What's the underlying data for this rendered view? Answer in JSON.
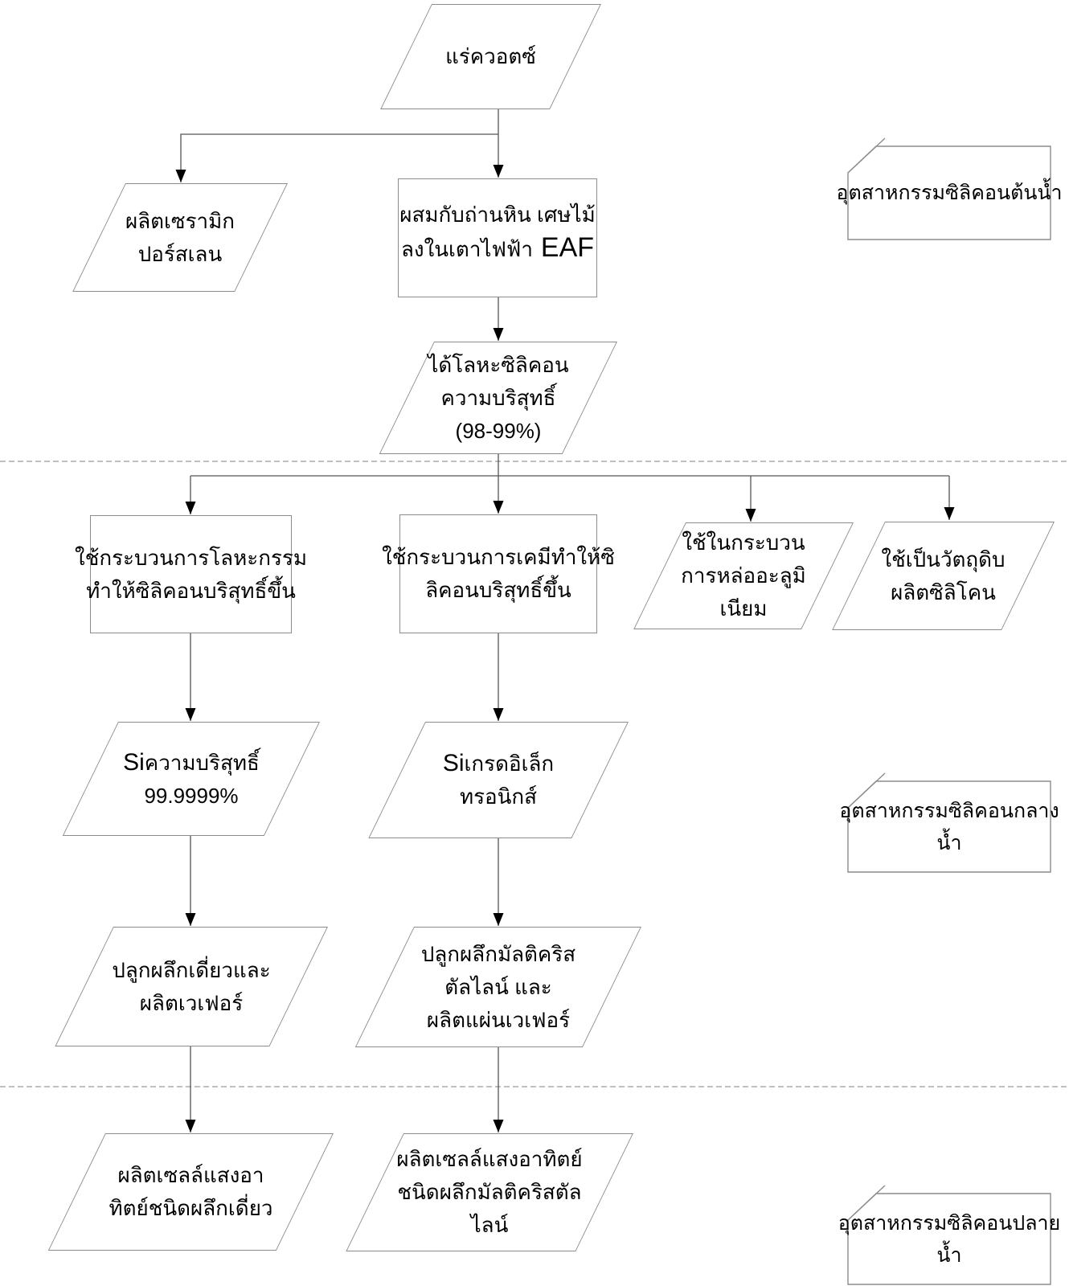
{
  "diagram_title": "",
  "colors": {
    "background": "#ffffff",
    "shape_border": "#8c8c8c",
    "connector": "#555555",
    "arrowhead": "#000000",
    "dashed_separator": "#999999",
    "text": "#000000"
  },
  "nodes": {
    "quartz": {
      "line1": "แร่ควอตซ์"
    },
    "ceramic": {
      "line1": "ผลิตเซรามิก",
      "line2": "ปอร์สเลน"
    },
    "eaf": {
      "line1": "ผสมกับถ่านหิน เศษไม้",
      "line2_thai": "ลงในเตาไฟฟ้า",
      "line2_latin": "EAF"
    },
    "silicon_metal": {
      "line1": "ได้โลหะซิลิคอน",
      "line2": "ความบริสุทธิ์",
      "line3": "(98-99%)"
    },
    "metallurgy": {
      "line1": "ใช้กระบวนการโลหะกรรม",
      "line2": "ทำให้ซิลิคอนบริสุทธิ์ขึ้น"
    },
    "chemical": {
      "line1": "ใช้กระบวนการเคมีทำให้ซิ",
      "line2": "ลิคอนบริสุทธิ์ขึ้น"
    },
    "aluminum_casting": {
      "line1": "ใช้ในกระบวน",
      "line2": "การหล่ออะลูมิ",
      "line3": "เนียม"
    },
    "silicone_raw": {
      "line1": "ใช้เป็นวัตถุดิบ",
      "line2": "ผลิตซิลิโคน"
    },
    "si_high_purity": {
      "latin": "Si",
      "line1": "ความบริสุทธิ์",
      "line2": "99.9999%"
    },
    "si_electronic_grade": {
      "latin": "Si",
      "line1": "เกรดอิเล็ก",
      "line2": "ทรอนิกส์"
    },
    "mono_crystal_wafer": {
      "line1": "ปลูกผลึกเดี่ยวและ",
      "line2": "ผลิตเวเฟอร์"
    },
    "multi_crystal_wafer": {
      "line1": "ปลูกผลึกมัลติคริส",
      "line2": "ตัลไลน์ และ",
      "line3": "ผลิตแผ่นเวเฟอร์"
    },
    "mono_solar_cell": {
      "line1": "ผลิตเซลล์แสงอา",
      "line2": "ทิตย์ชนิดผลึกเดี่ยว"
    },
    "multi_solar_cell": {
      "line1": "ผลิตเซลล์แสงอาทิตย์",
      "line2": "ชนิดผลึกมัลติคริสตัล",
      "line3": "ไลน์"
    }
  },
  "stage_labels": {
    "upstream": {
      "line1": "อุตสาหกรรมซิลิคอนต้นน้ำ"
    },
    "midstream": {
      "line1": "อุตสาหกรรมซิลิคอนกลาง",
      "line2": "น้ำ"
    },
    "downstream": {
      "line1": "อุตสาหกรรมซิลิคอนปลาย",
      "line2": "น้ำ"
    }
  }
}
